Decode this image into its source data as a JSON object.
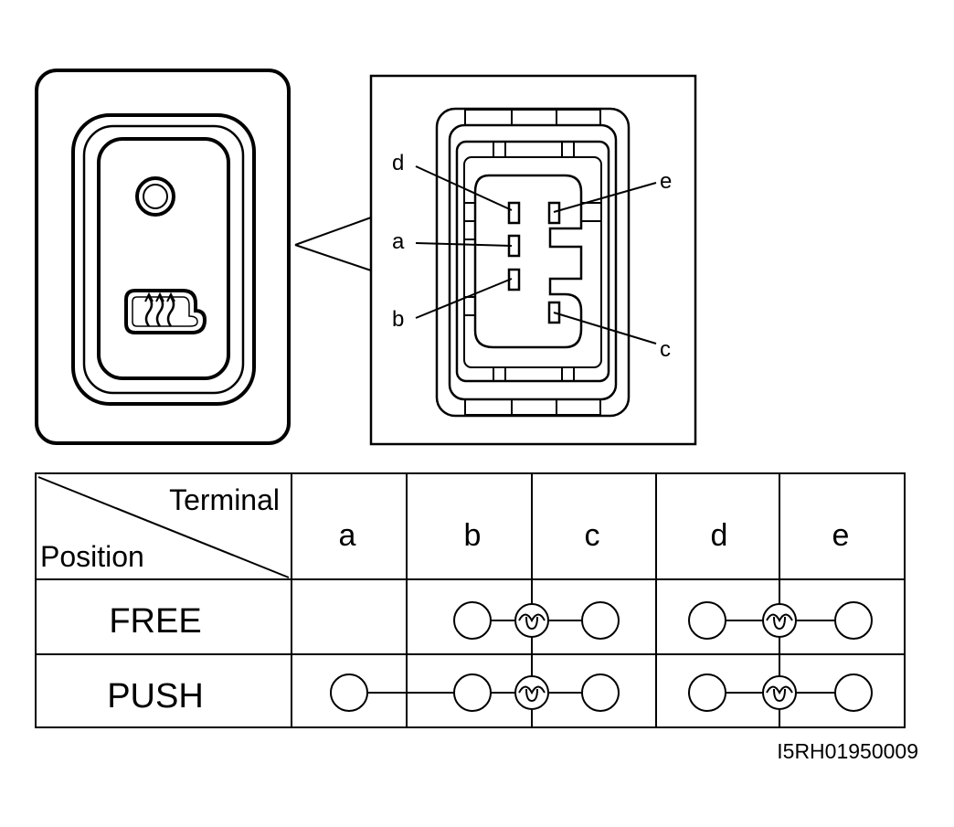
{
  "connector": {
    "terminal_labels": [
      "d",
      "a",
      "b",
      "e",
      "c"
    ]
  },
  "table": {
    "corner_header_top": "Terminal",
    "corner_header_bottom": "Position",
    "terminal_headers": [
      "a",
      "b",
      "c",
      "d",
      "e"
    ],
    "rows": [
      {
        "position": "FREE",
        "connected": [
          "b",
          "c",
          "d",
          "e"
        ]
      },
      {
        "position": "PUSH",
        "connected": [
          "a",
          "b",
          "c",
          "d",
          "e"
        ]
      }
    ]
  },
  "figure_id": "I5RH01950009"
}
